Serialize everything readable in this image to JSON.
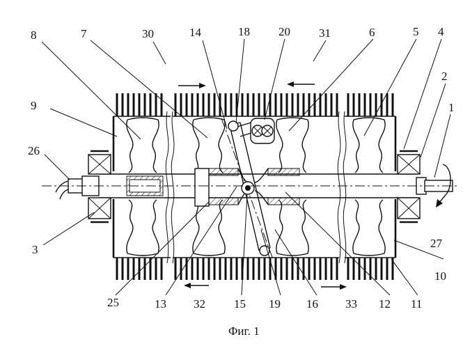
{
  "figure": {
    "caption": "Фиг. 1",
    "reference_numerals": [
      "1",
      "2",
      "3",
      "4",
      "5",
      "6",
      "7",
      "8",
      "9",
      "10",
      "11",
      "12",
      "13",
      "14",
      "15",
      "16",
      "18",
      "19",
      "20",
      "25",
      "26",
      "27",
      "30",
      "31",
      "32",
      "33"
    ]
  }
}
